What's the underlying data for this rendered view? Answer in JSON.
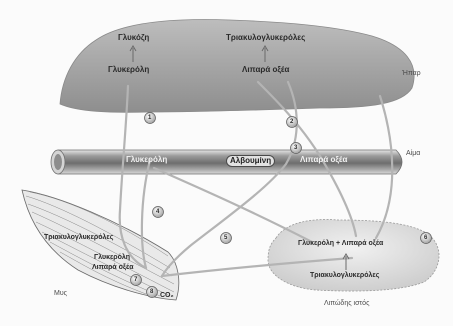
{
  "liver": {
    "name": "Ήπαρ",
    "glucose": "Γλυκόζη",
    "glycerol": "Γλυκερόλη",
    "triacylglycerols": "Τριακυλογλυκερόλες",
    "fatty_acids": "Λιπαρά οξέα"
  },
  "blood": {
    "name": "Αίμα",
    "glycerol": "Γλυκερόλη",
    "albumin": "Αλβουμίνη",
    "fatty_acids": "Λιπαρά οξέα"
  },
  "muscle": {
    "name": "Μυς",
    "triacylglycerols": "Τριακυλογλυκερόλες",
    "glycerol": "Γλυκερόλη",
    "fatty_acids": "Λιπαρά οξέα",
    "co2": "CO₂"
  },
  "adipose": {
    "name": "Λιπώδης ιστός",
    "products": "Γλυκερόλη + Λιπαρά οξέα",
    "triacylglycerols": "Τριακυλογλυκερόλες"
  },
  "steps": [
    "1",
    "2",
    "3",
    "4",
    "5",
    "6",
    "7",
    "8"
  ]
}
